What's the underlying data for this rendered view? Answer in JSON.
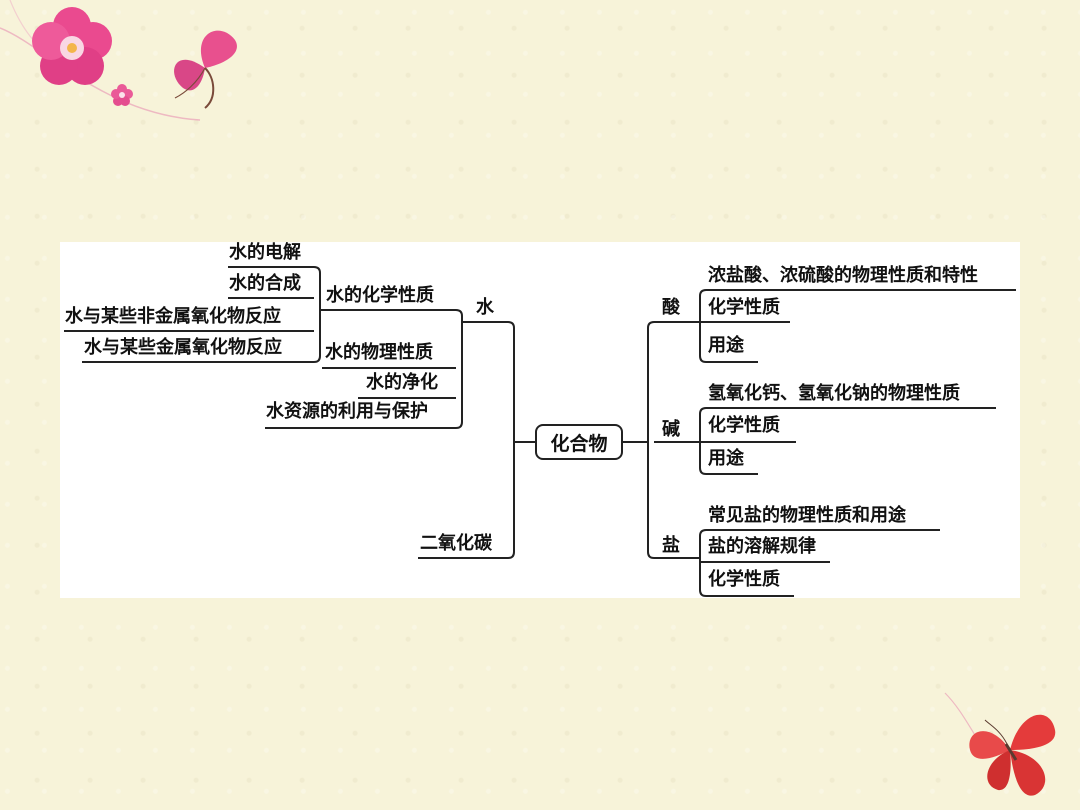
{
  "center": "化合物",
  "left": {
    "water": {
      "label": "水",
      "chemical": {
        "label": "水的化学性质",
        "items": [
          "水的电解",
          "水的合成",
          "水与某些非金属氧化物反应",
          "水与某些金属氧化物反应"
        ]
      },
      "physical": "水的物理性质",
      "purify": "水的净化",
      "resources": "水资源的利用与保护"
    },
    "co2": {
      "label": "二氧化碳"
    }
  },
  "right": {
    "acid": {
      "label": "酸",
      "items": [
        "浓盐酸、浓硫酸的物理性质和特性",
        "化学性质",
        "用途"
      ]
    },
    "base": {
      "label": "碱",
      "items": [
        "氢氧化钙、氢氧化钠的物理性质",
        "化学性质",
        "用途"
      ]
    },
    "salt": {
      "label": "盐",
      "items": [
        "常见盐的物理性质和用途",
        "盐的溶解规律",
        "化学性质"
      ]
    }
  },
  "colors": {
    "background": "#f7f3d9",
    "panel": "#ffffff",
    "line": "#222222",
    "flower_pink": "#e8478f",
    "butterfly_red": "#e43b3b"
  },
  "icons": {
    "top_left": "flower-butterfly-decoration",
    "bottom_right": "butterfly-decoration"
  }
}
